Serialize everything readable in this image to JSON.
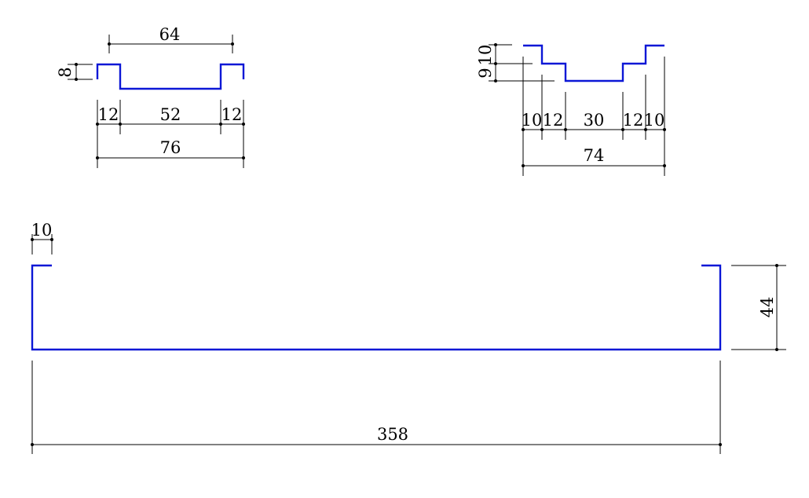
{
  "profile_a": {
    "top_width": "64",
    "depth": "8",
    "left_flange": "12",
    "middle": "52",
    "right_flange": "12",
    "overall": "76"
  },
  "profile_b": {
    "step_upper": "10",
    "step_lower": "9",
    "seg_1": "10",
    "seg_2": "12",
    "seg_3": "30",
    "seg_4": "12",
    "seg_5": "10",
    "overall": "74"
  },
  "profile_c": {
    "lip": "10",
    "height": "44",
    "length": "358"
  },
  "colors": {
    "profile_line": "#0b17d6",
    "dimension_line": "#000000"
  }
}
